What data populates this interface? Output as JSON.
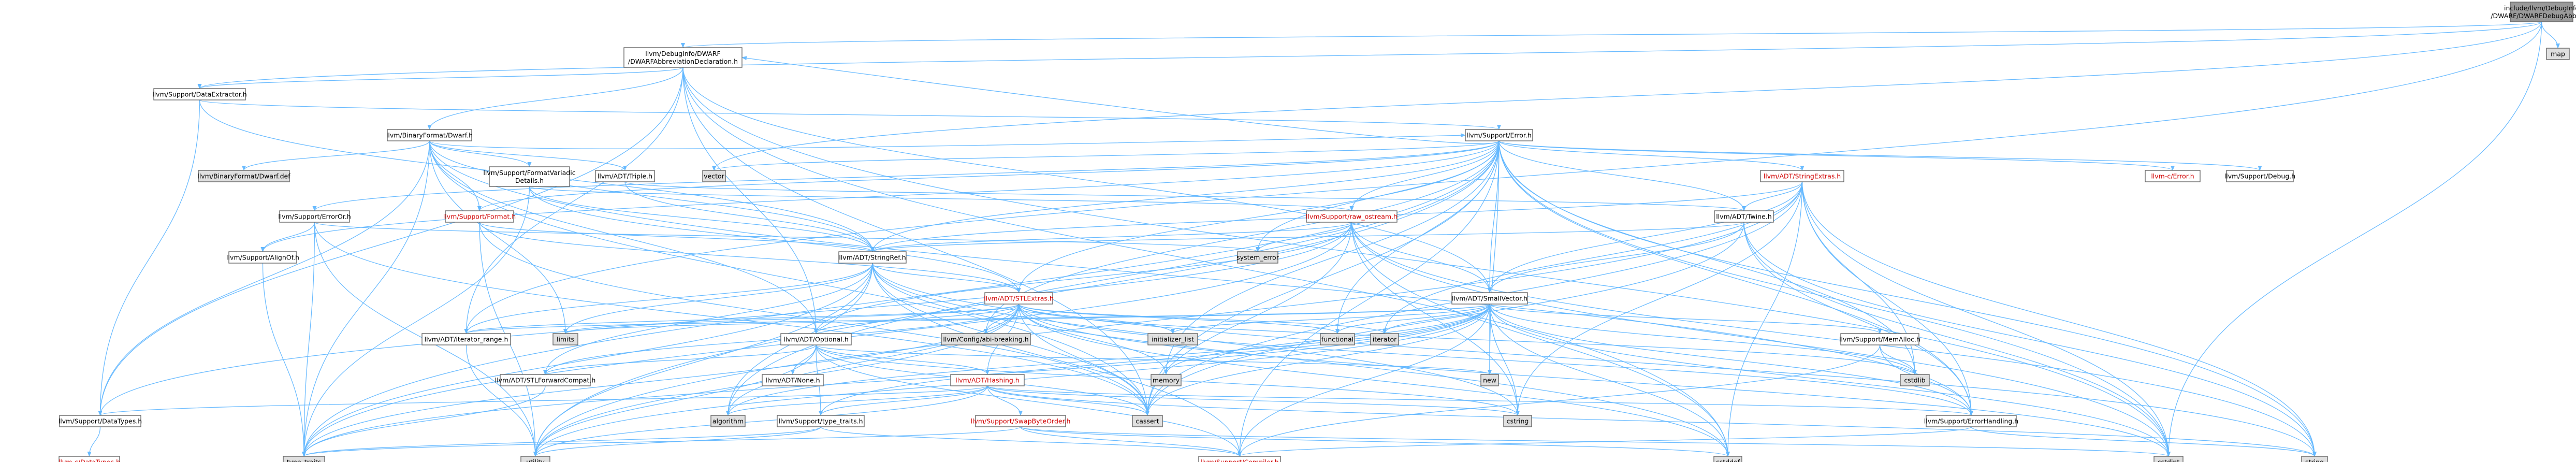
{
  "colors": {
    "edge": "#63b8ff",
    "focus_fill": "#9a9a9a",
    "system_fill": "#e0e0e0",
    "normal_fill": "#ffffff",
    "incomplete_text": "#d00000"
  },
  "nodes": [
    {
      "id": "debug_abbrev",
      "lines": [
        "include/llvm/DebugInfo",
        "/DWARF/DWARFDebugAbbrev.h"
      ],
      "kind": "focus"
    },
    {
      "id": "map",
      "lines": [
        "map"
      ],
      "kind": "system"
    },
    {
      "id": "abbrev_decl",
      "lines": [
        "llvm/DebugInfo/DWARF",
        "/DWARFAbbreviationDeclaration.h"
      ],
      "kind": "normal"
    },
    {
      "id": "data_extractor",
      "lines": [
        "llvm/Support/DataExtractor.h"
      ],
      "kind": "normal"
    },
    {
      "id": "binary_dwarf",
      "lines": [
        "llvm/BinaryFormat/Dwarf.h"
      ],
      "kind": "normal"
    },
    {
      "id": "support_error",
      "lines": [
        "llvm/Support/Error.h"
      ],
      "kind": "normal"
    },
    {
      "id": "dwarf_def",
      "lines": [
        "llvm/BinaryFormat/Dwarf.def"
      ],
      "kind": "system"
    },
    {
      "id": "format_variadic",
      "lines": [
        "llvm/Support/FormatVariadic",
        "Details.h"
      ],
      "kind": "normal"
    },
    {
      "id": "triple",
      "lines": [
        "llvm/ADT/Triple.h"
      ],
      "kind": "normal"
    },
    {
      "id": "vector",
      "lines": [
        "vector"
      ],
      "kind": "system"
    },
    {
      "id": "error_or",
      "lines": [
        "llvm/Support/ErrorOr.h"
      ],
      "kind": "normal"
    },
    {
      "id": "support_format",
      "lines": [
        "llvm/Support/Format.h"
      ],
      "kind": "red"
    },
    {
      "id": "raw_ostream",
      "lines": [
        "llvm/Support/raw_ostream.h"
      ],
      "kind": "red"
    },
    {
      "id": "stl_extras_top",
      "lines": [
        "llvm/ADT/StringExtras.h"
      ],
      "kind": "red"
    },
    {
      "id": "twine",
      "lines": [
        "llvm/ADT/Twine.h"
      ],
      "kind": "normal"
    },
    {
      "id": "c_error",
      "lines": [
        "llvm-c/Error.h"
      ],
      "kind": "red"
    },
    {
      "id": "support_debug",
      "lines": [
        "llvm/Support/Debug.h"
      ],
      "kind": "normal"
    },
    {
      "id": "align_of",
      "lines": [
        "llvm/Support/AlignOf.h"
      ],
      "kind": "normal"
    },
    {
      "id": "system_error",
      "lines": [
        "system_error"
      ],
      "kind": "system"
    },
    {
      "id": "string_ref",
      "lines": [
        "llvm/ADT/StringRef.h"
      ],
      "kind": "normal"
    },
    {
      "id": "stl_extras",
      "lines": [
        "llvm/ADT/STLExtras.h"
      ],
      "kind": "red"
    },
    {
      "id": "small_vector",
      "lines": [
        "llvm/ADT/SmallVector.h"
      ],
      "kind": "normal"
    },
    {
      "id": "iterator_range",
      "lines": [
        "llvm/ADT/iterator_range.h"
      ],
      "kind": "normal"
    },
    {
      "id": "limits",
      "lines": [
        "limits"
      ],
      "kind": "system"
    },
    {
      "id": "config_abi",
      "lines": [
        "llvm/Config/abi-breaking.h"
      ],
      "kind": "system"
    },
    {
      "id": "initializer_list",
      "lines": [
        "initializer_list"
      ],
      "kind": "system"
    },
    {
      "id": "functional",
      "lines": [
        "functional"
      ],
      "kind": "system"
    },
    {
      "id": "iterator",
      "lines": [
        "iterator"
      ],
      "kind": "system"
    },
    {
      "id": "mem_alloc",
      "lines": [
        "llvm/Support/MemAlloc.h"
      ],
      "kind": "normal"
    },
    {
      "id": "adt_optional",
      "lines": [
        "llvm/ADT/Optional.h"
      ],
      "kind": "normal"
    },
    {
      "id": "memory",
      "lines": [
        "memory"
      ],
      "kind": "system"
    },
    {
      "id": "new",
      "lines": [
        "new"
      ],
      "kind": "system"
    },
    {
      "id": "cstdlib",
      "lines": [
        "cstdlib"
      ],
      "kind": "system"
    },
    {
      "id": "stl_forward_compat",
      "lines": [
        "llvm/ADT/STLForwardCompat.h"
      ],
      "kind": "normal"
    },
    {
      "id": "adt_none",
      "lines": [
        "llvm/ADT/None.h"
      ],
      "kind": "normal"
    },
    {
      "id": "adt_hashing",
      "lines": [
        "llvm/ADT/Hashing.h"
      ],
      "kind": "red"
    },
    {
      "id": "algorithm",
      "lines": [
        "algorithm"
      ],
      "kind": "system"
    },
    {
      "id": "cassert",
      "lines": [
        "cassert"
      ],
      "kind": "system"
    },
    {
      "id": "cstring",
      "lines": [
        "cstring"
      ],
      "kind": "system"
    },
    {
      "id": "error_handling",
      "lines": [
        "llvm/Support/ErrorHandling.h"
      ],
      "kind": "normal"
    },
    {
      "id": "support_data_types",
      "lines": [
        "llvm/Support/DataTypes.h"
      ],
      "kind": "normal"
    },
    {
      "id": "type_traits_h",
      "lines": [
        "llvm/Support/type_traits.h"
      ],
      "kind": "normal"
    },
    {
      "id": "swap_byte_order",
      "lines": [
        "llvm/Support/SwapByteOrder.h"
      ],
      "kind": "red"
    },
    {
      "id": "c_data_types",
      "lines": [
        "llvm-c/DataTypes.h"
      ],
      "kind": "red"
    },
    {
      "id": "type_traits",
      "lines": [
        "type_traits"
      ],
      "kind": "system"
    },
    {
      "id": "utility",
      "lines": [
        "utility"
      ],
      "kind": "system"
    },
    {
      "id": "support_compiler",
      "lines": [
        "llvm/Support/Compiler.h"
      ],
      "kind": "red"
    },
    {
      "id": "cstddef",
      "lines": [
        "cstddef"
      ],
      "kind": "system"
    },
    {
      "id": "cstdint",
      "lines": [
        "cstdint"
      ],
      "kind": "system"
    },
    {
      "id": "string",
      "lines": [
        "string"
      ],
      "kind": "system"
    }
  ],
  "edges": [
    [
      "debug_abbrev",
      "map"
    ],
    [
      "debug_abbrev",
      "abbrev_decl"
    ],
    [
      "debug_abbrev",
      "data_extractor"
    ],
    [
      "debug_abbrev",
      "cstdint"
    ],
    [
      "debug_abbrev",
      "iterator_range"
    ],
    [
      "debug_abbrev",
      "vector"
    ],
    [
      "abbrev_decl",
      "data_extractor"
    ],
    [
      "abbrev_decl",
      "binary_dwarf"
    ],
    [
      "abbrev_decl",
      "support_data_types"
    ],
    [
      "abbrev_decl",
      "small_vector"
    ],
    [
      "abbrev_decl",
      "cassert"
    ],
    [
      "abbrev_decl",
      "cstddef"
    ],
    [
      "abbrev_decl",
      "cstdint"
    ],
    [
      "abbrev_decl",
      "adt_optional"
    ],
    [
      "abbrev_decl",
      "iterator_range"
    ],
    [
      "data_extractor",
      "support_error"
    ],
    [
      "data_extractor",
      "string_ref"
    ],
    [
      "data_extractor",
      "support_data_types"
    ],
    [
      "binary_dwarf",
      "dwarf_def"
    ],
    [
      "binary_dwarf",
      "format_variadic"
    ],
    [
      "binary_dwarf",
      "triple"
    ],
    [
      "binary_dwarf",
      "string_ref"
    ],
    [
      "binary_dwarf",
      "support_error"
    ],
    [
      "binary_dwarf",
      "support_format"
    ],
    [
      "binary_dwarf",
      "adt_optional"
    ],
    [
      "binary_dwarf",
      "support_data_types"
    ],
    [
      "binary_dwarf",
      "error_handling"
    ],
    [
      "binary_dwarf",
      "cassert"
    ],
    [
      "binary_dwarf",
      "limits"
    ],
    [
      "binary_dwarf",
      "type_traits"
    ],
    [
      "support_error",
      "c_error"
    ],
    [
      "support_error",
      "support_debug"
    ],
    [
      "support_error",
      "twine"
    ],
    [
      "support_error",
      "stl_extras_top"
    ],
    [
      "support_error",
      "raw_ostream"
    ],
    [
      "support_error",
      "error_or"
    ],
    [
      "support_error",
      "support_format"
    ],
    [
      "support_error",
      "abbrev_decl"
    ],
    [
      "support_error",
      "small_vector"
    ],
    [
      "support_error",
      "stl_extras"
    ],
    [
      "support_error",
      "string_ref"
    ],
    [
      "support_error",
      "config_abi"
    ],
    [
      "support_error",
      "align_of"
    ],
    [
      "support_error",
      "support_compiler"
    ],
    [
      "support_error",
      "error_handling"
    ],
    [
      "support_error",
      "algorithm"
    ],
    [
      "support_error",
      "cassert"
    ],
    [
      "support_error",
      "cstdint"
    ],
    [
      "support_error",
      "cstdlib"
    ],
    [
      "support_error",
      "functional"
    ],
    [
      "support_error",
      "memory"
    ],
    [
      "support_error",
      "new"
    ],
    [
      "support_error",
      "string"
    ],
    [
      "support_error",
      "system_error"
    ],
    [
      "support_error",
      "type_traits"
    ],
    [
      "support_error",
      "utility"
    ],
    [
      "support_error",
      "vector"
    ],
    [
      "format_variadic",
      "raw_ostream"
    ],
    [
      "format_variadic",
      "string_ref"
    ],
    [
      "format_variadic",
      "stl_extras"
    ],
    [
      "format_variadic",
      "type_traits"
    ],
    [
      "triple",
      "twine"
    ],
    [
      "triple",
      "string_ref"
    ],
    [
      "error_or",
      "align_of"
    ],
    [
      "error_or",
      "cassert"
    ],
    [
      "error_or",
      "system_error"
    ],
    [
      "error_or",
      "type_traits"
    ],
    [
      "error_or",
      "utility"
    ],
    [
      "support_format",
      "stl_extras"
    ],
    [
      "support_format",
      "string_ref"
    ],
    [
      "support_format",
      "cassert"
    ],
    [
      "support_format",
      "cstdio"
    ],
    [
      "support_format",
      "tuple"
    ],
    [
      "support_format",
      "utility"
    ],
    [
      "raw_ostream",
      "small_vector"
    ],
    [
      "raw_ostream",
      "string_ref"
    ],
    [
      "raw_ostream",
      "support_data_types"
    ],
    [
      "raw_ostream",
      "cassert"
    ],
    [
      "raw_ostream",
      "cstddef"
    ],
    [
      "raw_ostream",
      "cstdint"
    ],
    [
      "raw_ostream",
      "cstring"
    ],
    [
      "raw_ostream",
      "string"
    ],
    [
      "raw_ostream",
      "system_error"
    ],
    [
      "raw_ostream",
      "type_traits"
    ],
    [
      "raw_ostream",
      "adt_optional"
    ],
    [
      "stl_extras_top",
      "twine"
    ],
    [
      "stl_extras_top",
      "string_ref"
    ],
    [
      "stl_extras_top",
      "small_vector"
    ],
    [
      "stl_extras_top",
      "cassert"
    ],
    [
      "stl_extras_top",
      "cstddef"
    ],
    [
      "stl_extras_top",
      "cstdint"
    ],
    [
      "stl_extras_top",
      "cstdlib"
    ],
    [
      "stl_extras_top",
      "cstring"
    ],
    [
      "stl_extras_top",
      "iterator"
    ],
    [
      "stl_extras_top",
      "string"
    ],
    [
      "stl_extras_top",
      "utility"
    ],
    [
      "stl_extras_top",
      "error_handling"
    ],
    [
      "twine",
      "small_vector"
    ],
    [
      "twine",
      "string_ref"
    ],
    [
      "twine",
      "error_handling"
    ],
    [
      "twine",
      "cassert"
    ],
    [
      "twine",
      "cstdint"
    ],
    [
      "twine",
      "string"
    ],
    [
      "align_of",
      "type_traits"
    ],
    [
      "string_ref",
      "stl_extras"
    ],
    [
      "string_ref",
      "iterator_range"
    ],
    [
      "string_ref",
      "support_compiler"
    ],
    [
      "string_ref",
      "algorithm"
    ],
    [
      "string_ref",
      "cassert"
    ],
    [
      "string_ref",
      "cstddef"
    ],
    [
      "string_ref",
      "cstring"
    ],
    [
      "string_ref",
      "limits"
    ],
    [
      "string_ref",
      "string"
    ],
    [
      "string_ref",
      "type_traits"
    ],
    [
      "string_ref",
      "utility"
    ],
    [
      "string_ref",
      "stl_forward_compat"
    ],
    [
      "stl_extras",
      "config_abi"
    ],
    [
      "stl_extras",
      "initializer_list"
    ],
    [
      "stl_extras",
      "functional"
    ],
    [
      "stl_extras",
      "iterator"
    ],
    [
      "stl_extras",
      "adt_optional"
    ],
    [
      "stl_extras",
      "iterator_range"
    ],
    [
      "stl_extras",
      "adt_hashing"
    ],
    [
      "stl_extras",
      "stl_forward_compat"
    ],
    [
      "stl_extras",
      "error_handling"
    ],
    [
      "stl_extras",
      "algorithm"
    ],
    [
      "stl_extras",
      "cassert"
    ],
    [
      "stl_extras",
      "cstddef"
    ],
    [
      "stl_extras",
      "cstdint"
    ],
    [
      "stl_extras",
      "cstdlib"
    ],
    [
      "stl_extras",
      "limits"
    ],
    [
      "stl_extras",
      "memory"
    ],
    [
      "stl_extras",
      "tuple"
    ],
    [
      "stl_extras",
      "type_traits"
    ],
    [
      "stl_extras",
      "utility"
    ],
    [
      "small_vector",
      "iterator_range"
    ],
    [
      "small_vector",
      "support_compiler"
    ],
    [
      "small_vector",
      "error_handling"
    ],
    [
      "small_vector",
      "mem_alloc"
    ],
    [
      "small_vector",
      "type_traits_h"
    ],
    [
      "small_vector",
      "algorithm"
    ],
    [
      "small_vector",
      "cassert"
    ],
    [
      "small_vector",
      "cstddef"
    ],
    [
      "small_vector",
      "cstdint"
    ],
    [
      "small_vector",
      "cstdlib"
    ],
    [
      "small_vector",
      "cstring"
    ],
    [
      "small_vector",
      "functional"
    ],
    [
      "small_vector",
      "initializer_list"
    ],
    [
      "small_vector",
      "iterator"
    ],
    [
      "small_vector",
      "limits"
    ],
    [
      "small_vector",
      "memory"
    ],
    [
      "small_vector",
      "new"
    ],
    [
      "small_vector",
      "type_traits"
    ],
    [
      "small_vector",
      "utility"
    ],
    [
      "iterator_range",
      "utility"
    ],
    [
      "mem_alloc",
      "support_compiler"
    ],
    [
      "mem_alloc",
      "error_handling"
    ],
    [
      "mem_alloc",
      "cstdlib"
    ],
    [
      "adt_optional",
      "adt_hashing"
    ],
    [
      "adt_optional",
      "adt_none"
    ],
    [
      "adt_optional",
      "stl_forward_compat"
    ],
    [
      "adt_optional",
      "support_compiler"
    ],
    [
      "adt_optional",
      "type_traits_h"
    ],
    [
      "adt_optional",
      "cassert"
    ],
    [
      "adt_optional",
      "cstring"
    ],
    [
      "adt_optional",
      "new"
    ],
    [
      "adt_optional",
      "utility"
    ],
    [
      "stl_forward_compat",
      "type_traits"
    ],
    [
      "adt_hashing",
      "support_data_types"
    ],
    [
      "adt_hashing",
      "error_handling"
    ],
    [
      "adt_hashing",
      "swap_byte_order"
    ],
    [
      "adt_hashing",
      "type_traits_h"
    ],
    [
      "adt_hashing",
      "algorithm"
    ],
    [
      "adt_hashing",
      "cassert"
    ],
    [
      "adt_hashing",
      "cstring"
    ],
    [
      "adt_hashing",
      "string"
    ],
    [
      "adt_hashing",
      "tuple"
    ],
    [
      "adt_hashing",
      "utility"
    ],
    [
      "error_handling",
      "support_compiler"
    ],
    [
      "error_handling",
      "string"
    ],
    [
      "support_data_types",
      "c_data_types"
    ],
    [
      "type_traits_h",
      "support_compiler"
    ],
    [
      "type_traits_h",
      "type_traits"
    ],
    [
      "type_traits_h",
      "utility"
    ],
    [
      "swap_byte_order",
      "support_compiler"
    ],
    [
      "swap_byte_order",
      "cstddef"
    ],
    [
      "swap_byte_order",
      "cstdint"
    ],
    [
      "swap_byte_order",
      "type_traits"
    ]
  ]
}
